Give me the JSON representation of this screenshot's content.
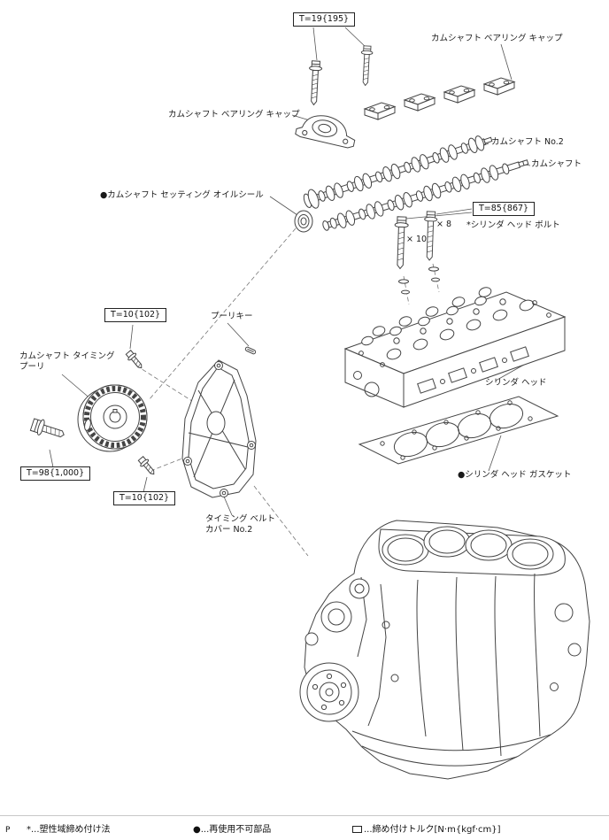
{
  "diagram": {
    "torque_boxes": {
      "t19": "T=19{195}",
      "t85": "T=85{867}",
      "t10_top": "T=10{102}",
      "t10_bottom": "T=10{102}",
      "t98": "T=98{1,000}"
    },
    "labels": {
      "bearing_cap_top": "カムシャフト ベアリング キャップ",
      "bearing_cap_left": "カムシャフト ベアリング キャップ",
      "camshaft_no2": "カムシャフト No.2",
      "camshaft": "カムシャフト",
      "oil_seal": "●カムシャフト セッティング オイルシール",
      "cylinder_head_bolt": "*シリンダ ヘッド ボルト",
      "qty_10": "× 10",
      "qty_8": "× 8",
      "pulley_key": "プーリキー",
      "timing_pulley_line1": "カムシャフト タイミング",
      "timing_pulley_line2": "プーリ",
      "cylinder_head": "シリンダ ヘッド",
      "head_gasket": "●シリンダ ヘッド ガスケット",
      "belt_cover_line1": "タイミング ベルト",
      "belt_cover_line2": "カバー No.2"
    },
    "legend": {
      "page_marker": "P",
      "plastic_method": "*...塑性域締め付け法",
      "non_reusable": "●...再使用不可部品",
      "torque_note": "...締め付けトルク[N·m{kgf·cm}]"
    },
    "colors": {
      "line": "#444444",
      "background": "#ffffff"
    }
  }
}
